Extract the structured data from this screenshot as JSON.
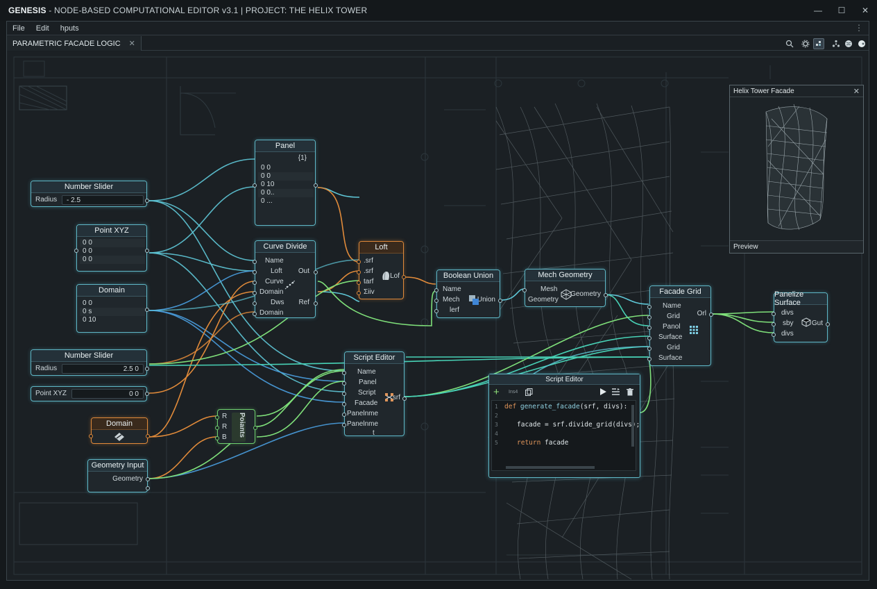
{
  "window": {
    "app_name": "GENESIS",
    "title_rest": " - NODE-BASED COMPUTATIONAL EDITOR v3.1 | PROJECT: THE HELIX TOWER",
    "minimize": "—",
    "maximize": "☐",
    "close": "✕"
  },
  "menu": {
    "file": "File",
    "edit": "Edit",
    "inputs": "hputs",
    "more": "⋮"
  },
  "tab": {
    "label": "PARAMETRIC FACADE LOGIC",
    "close": "✕"
  },
  "preview": {
    "title": "Helix Tower Facade",
    "close": "✕",
    "footer": "Preview"
  },
  "nodes": {
    "slider1": {
      "title": "Number Slider",
      "param": "Radius",
      "value": "- 2.5"
    },
    "point1": {
      "title": "Point XYZ",
      "rows": [
        "0  0",
        "0  0",
        "0  0"
      ]
    },
    "domain1": {
      "title": "Domain",
      "rows": [
        "0  0",
        "0  s",
        "0  10"
      ]
    },
    "slider2": {
      "title": "Number Slider",
      "param": "Radius",
      "value": "2.5 0"
    },
    "point2": {
      "label": "Point XYZ",
      "value": "0 0"
    },
    "domain2": {
      "title": "Domain"
    },
    "geometry": {
      "title": "Geometry Input",
      "output": "Geometry"
    },
    "panel": {
      "title": "Panel",
      "header_value": "{1}",
      "rows": [
        "0  0",
        "0  0",
        "0  10",
        "0  0..",
        "0  ..."
      ]
    },
    "curve": {
      "title": "Curve Divide",
      "inputs": [
        "Name",
        "Loft",
        "Curve",
        "Domain",
        "Dws",
        "Domain"
      ],
      "outputs": [
        "Out",
        "Ref"
      ]
    },
    "small": {
      "inputs": [
        "R",
        "R",
        "B"
      ],
      "label": "Poiants"
    },
    "loft": {
      "title": "Loft",
      "inputs": [
        ".srf",
        ".srf",
        "tarf",
        "Σiiv"
      ],
      "output": "Lof"
    },
    "union": {
      "title": "Boolean Union",
      "inputs": [
        "Name",
        "Mech",
        "lerf"
      ],
      "output": "Union"
    },
    "mesh": {
      "title": "Mech Geometry",
      "inputs": [
        "Mesh",
        "Geometry"
      ],
      "output": "Geometry"
    },
    "script": {
      "title": "Script Editor",
      "inputs": [
        "Name",
        "Panel",
        "Script",
        "Facade",
        "Panelnme",
        "Panelnme"
      ],
      "output": "srf",
      "footer": "t"
    },
    "facade": {
      "title": "Facade Grid",
      "inputs": [
        "Name",
        "Grid",
        "Panol",
        "Surface",
        "Grid",
        "Surface"
      ],
      "output": "Orl"
    },
    "panelize": {
      "title": "Panelize Surface",
      "inputs": [
        "divs",
        "sby",
        "divs"
      ],
      "output": "Gut"
    }
  },
  "code_editor": {
    "title": "Script Editor",
    "add": "+",
    "small_label": "Ins4",
    "line_numbers": [
      "1",
      "2",
      "3",
      "4",
      "5"
    ],
    "line1_kw": "def",
    "line1_fn": "generate_facade",
    "line1_rest": "(srf, divs):",
    "line3": "facade = srf.divide_grid(divs);",
    "line5_kw": "return",
    "line5_rest": " facade"
  },
  "colors": {
    "cyan": "#5fc8d8",
    "orange": "#e08a3a",
    "green": "#7fe07a",
    "blue": "#4a9ee0",
    "teal": "#48d2b6"
  },
  "icons": [
    "search-icon",
    "gear-icon",
    "grid-icon",
    "globe-icon",
    "sphere-icon"
  ]
}
